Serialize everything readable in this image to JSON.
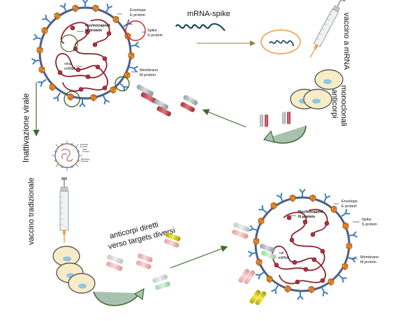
{
  "virus_top": {
    "envelope": "Envelope",
    "envelope_sub": "E protein",
    "nucleocapsid": "Nucleocapsid",
    "nucleocapsid_sub": "N protein",
    "spike": "Spike",
    "spike_sub": "S protein",
    "viral": "viral",
    "mrna": "mRNA",
    "membrane": "Membrane",
    "membrane_sub": "M protein"
  },
  "mrna_spike_label": "mRNA-spike",
  "vaccino_mrna_label": "vaccino a mRNA",
  "anticorpi_label": "anticorpi",
  "monoclonali_label": "monoclonali",
  "inattivazione_label": "Inattivazione virale",
  "vaccino_tradizionale_label": "vaccino tradizionale",
  "anticorpi_diretti_line1": "anticorpi diretti",
  "anticorpi_diretti_line2": "verso targets diversi",
  "virus_bottom": {
    "envelope": "Envelope",
    "envelope_sub": "E protein",
    "nucleocapsid": "Nucleocapsid",
    "nucleocapsid_sub": "N protein",
    "spike": "Spike",
    "spike_sub": "S protein",
    "viral": "ral",
    "mrna": "mRNA",
    "membrane": "Membrane",
    "membrane_sub": "M protein"
  },
  "mini_virus": {
    "l1": "Envelope",
    "l2": "E protein",
    "l3": "Spike",
    "l4": "S protein",
    "l5": "Membrane",
    "l6": "M protein"
  },
  "colors": {
    "envelope_ring": "#4d5f86",
    "spike_blue": "#3f7fbf",
    "protein_orange": "#d4781f",
    "rna_red": "#8e2430",
    "arrow_green": "#3f6b2a",
    "arrow_brown": "#9a7a4a",
    "cell_fill": "#f7ecc8",
    "nucleus_blue": "#8fc6e6",
    "highlight_red": "#cc2222",
    "highlight_green": "#4a6a2a"
  }
}
